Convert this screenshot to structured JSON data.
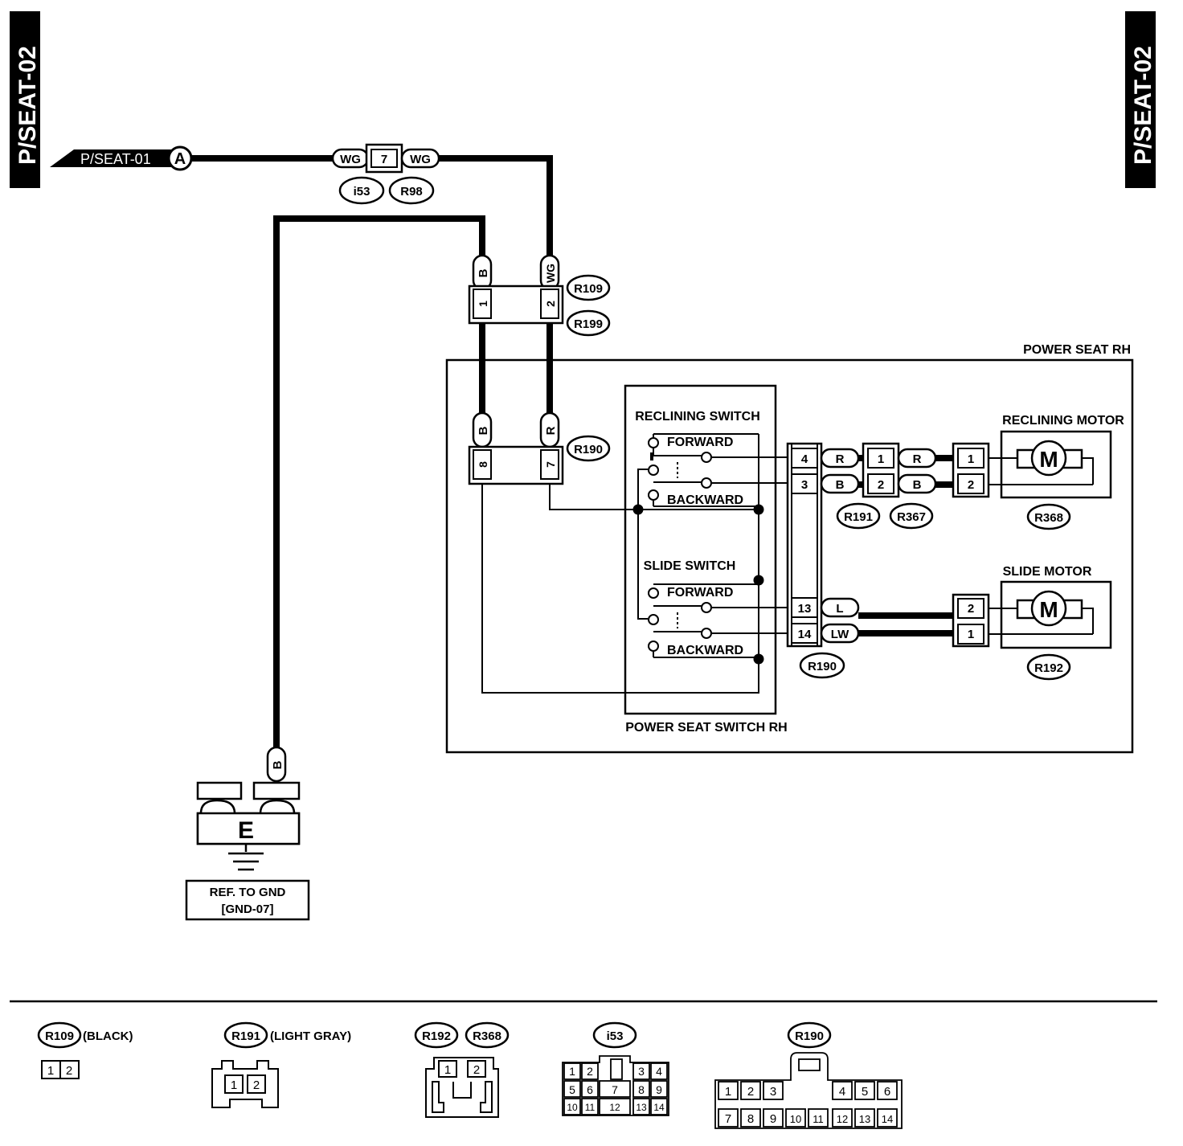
{
  "page_tags": {
    "left": "P/SEAT-02",
    "right": "P/SEAT-02"
  },
  "source_ref": {
    "label": "P/SEAT-01",
    "point": "A"
  },
  "top_connector": {
    "wire_left": "WG",
    "pin": "7",
    "wire_right": "WG",
    "ids": [
      "i53",
      "R98"
    ]
  },
  "r109": {
    "wire_b": "B",
    "wire_wg": "WG",
    "pin1": "1",
    "pin2": "2",
    "ids": [
      "R109",
      "R199"
    ]
  },
  "r190_top": {
    "wire_b": "B",
    "wire_r": "R",
    "pin8": "8",
    "pin7": "7",
    "id": "R190"
  },
  "power_seat_title": "POWER SEAT RH",
  "switch_box_title": "POWER SEAT SWITCH RH",
  "reclining_switch": {
    "title": "RECLINING SWITCH",
    "forward": "FORWARD",
    "backward": "BACKWARD"
  },
  "slide_switch": {
    "title": "SLIDE SWITCH",
    "forward": "FORWARD",
    "backward": "BACKWARD"
  },
  "r190_side": {
    "pins": [
      "4",
      "3",
      "13",
      "14"
    ],
    "id": "R190"
  },
  "reclining_chain": {
    "wires_a": [
      "R",
      "B"
    ],
    "pins_a": [
      "1",
      "2"
    ],
    "wires_b": [
      "R",
      "B"
    ],
    "pins_b": [
      "1",
      "2"
    ],
    "ids": [
      "R191",
      "R367"
    ],
    "motor_id": "R368"
  },
  "slide_chain": {
    "wires": [
      "L",
      "LW"
    ],
    "pins": [
      "2",
      "1"
    ],
    "motor_id": "R192"
  },
  "reclining_motor": {
    "title": "RECLINING MOTOR",
    "symbol": "M"
  },
  "slide_motor": {
    "title": "SLIDE MOTOR",
    "symbol": "M"
  },
  "ground": {
    "wire": "B",
    "symbol": "E",
    "ref_line1": "REF. TO GND",
    "ref_line2": "[GND-07]"
  },
  "legend": {
    "r109": {
      "id": "R109",
      "color": "(BLACK)",
      "pins": [
        "1",
        "2"
      ]
    },
    "r191": {
      "id": "R191",
      "color": "(LIGHT GRAY)",
      "pins": [
        "1",
        "2"
      ]
    },
    "r192_r368": {
      "ids": [
        "R192",
        "R368"
      ],
      "pins": [
        "1",
        "2"
      ]
    },
    "i53": {
      "id": "i53",
      "pins_row1": [
        "1",
        "2",
        "3",
        "4"
      ],
      "pins_row2": [
        "5",
        "6",
        "7",
        "8",
        "9"
      ],
      "pins_row3": [
        "10",
        "11",
        "12",
        "13",
        "14"
      ]
    },
    "r190": {
      "id": "R190",
      "pins_row1": [
        "1",
        "2",
        "3",
        "4",
        "5",
        "6"
      ],
      "pins_row2": [
        "7",
        "8",
        "9",
        "10",
        "11",
        "12",
        "13",
        "14"
      ]
    }
  }
}
